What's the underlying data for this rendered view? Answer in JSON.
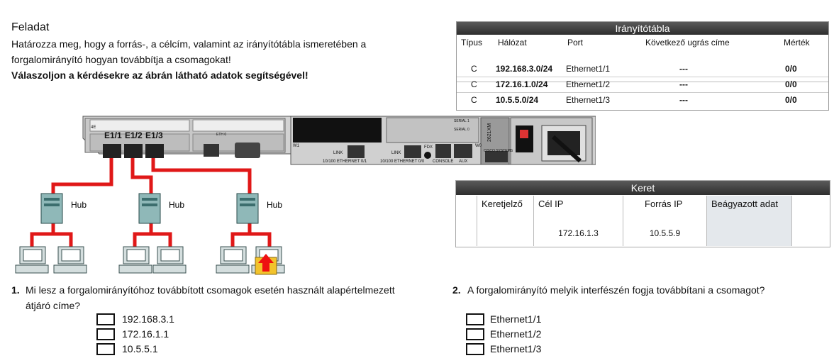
{
  "task": {
    "title": "Feladat",
    "line1": "Határozza meg, hogy a forrás-, a célcím, valamint az irányítótábla ismeretében a",
    "line2": "forgalomirányító hogyan továbbítja a csomagokat!",
    "line3": "Válaszoljon a kérdésekre az ábrán látható adatok segítségével!"
  },
  "routing_table": {
    "title": "Irányítótábla",
    "headers": [
      "Típus",
      "Hálózat",
      "Port",
      "Következő ugrás címe",
      "Mérték"
    ],
    "rows": [
      {
        "type": "C",
        "network": "192.168.3.0/24",
        "port": "Ethernet1/1",
        "next_hop": "---",
        "metric": "0/0"
      },
      {
        "type": "C",
        "network": "172.16.1.0/24",
        "port": "Ethernet1/2",
        "next_hop": "---",
        "metric": "0/0"
      },
      {
        "type": "C",
        "network": "10.5.5.0/24",
        "port": "Ethernet1/3",
        "next_hop": "---",
        "metric": "0/0"
      }
    ]
  },
  "frame": {
    "title": "Keret",
    "headers": [
      "Keretjelző",
      "Cél IP",
      "Forrás IP",
      "Beágyazott adat"
    ],
    "dest_ip": "172.16.1.3",
    "src_ip": "10.5.5.9"
  },
  "router": {
    "port_labels": [
      "E1/1",
      "E1/2",
      "E1/3"
    ],
    "small_labels": [
      "10/100 ETHERNET 0/1",
      "10/100 ETHERNET 0/0",
      "CONSOLE",
      "AUX",
      "LINK",
      "LINK",
      "FDX",
      "W1",
      "W0",
      "2621XM",
      "ETH 0",
      "SERIAL 1",
      "SERIAL 0",
      "CISCO SYSTEMS",
      "4E"
    ]
  },
  "hubs": [
    "Hub",
    "Hub",
    "Hub"
  ],
  "question1": {
    "number": "1.",
    "text_line1": "Mi lesz a forgalomirányítóhoz továbbított csomagok esetén használt alapértelmezett",
    "text_line2": "átjáró címe?",
    "options": [
      "192.168.3.1",
      "172.16.1.1",
      "10.5.5.1"
    ]
  },
  "question2": {
    "number": "2.",
    "text": "A forgalomirányító melyik interfészén fogja továbbítani a csomagot?",
    "options": [
      "Ethernet1/1",
      "Ethernet1/2",
      "Ethernet1/3"
    ]
  },
  "colors": {
    "cable": "#e01818",
    "header_bg": "#3a3a3a",
    "router_body": "#d6d6d6"
  }
}
